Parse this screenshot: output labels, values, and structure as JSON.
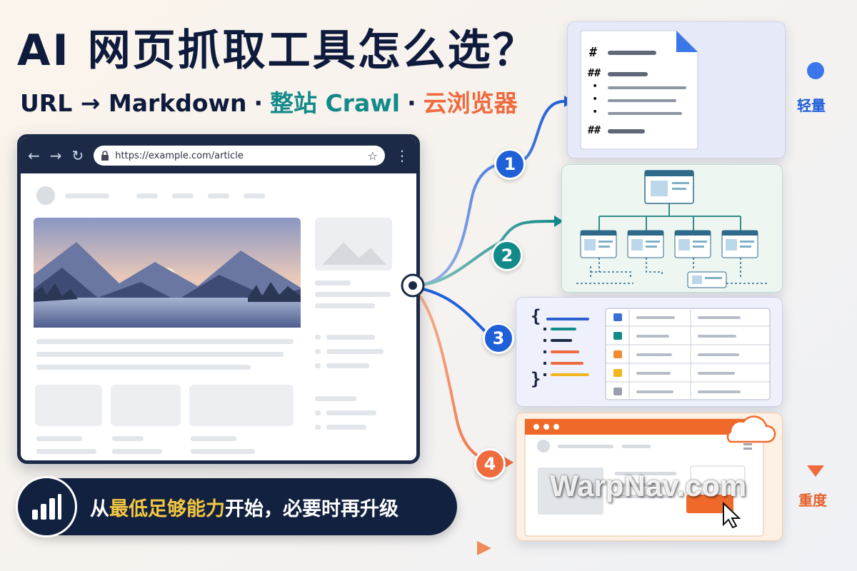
{
  "title": "AI 网页抓取工具怎么选？",
  "subtitle": {
    "part1": "URL → Markdown",
    "sep": "·",
    "part2": "整站 Crawl",
    "part3": "云浏览器"
  },
  "browser": {
    "url": "https://example.com/article",
    "nav_back": "←",
    "nav_forward": "→",
    "reload": "↻",
    "star": "☆",
    "menu": "⋮"
  },
  "markdown_doc": {
    "lines": [
      "#",
      "##",
      "•",
      "•",
      "•",
      "##"
    ]
  },
  "options": [
    {
      "number": "1",
      "color": "#1f5fd8",
      "icon": "markdown-document"
    },
    {
      "number": "2",
      "color": "#138a8a",
      "icon": "site-crawl-tree"
    },
    {
      "number": "3",
      "color": "#1f5fd8",
      "icon": "structured-json-table"
    },
    {
      "number": "4",
      "color": "#ef6a3d",
      "icon": "cloud-browser"
    }
  ],
  "json_panel": {
    "open_brace": "{",
    "close_brace": "}"
  },
  "scale": {
    "top": "轻量",
    "bottom": "重度"
  },
  "slogan": {
    "prefix": "从",
    "highlight": "最低足够能力",
    "suffix": "开始，必要时再升级"
  },
  "watermark": "WarpNav.com"
}
